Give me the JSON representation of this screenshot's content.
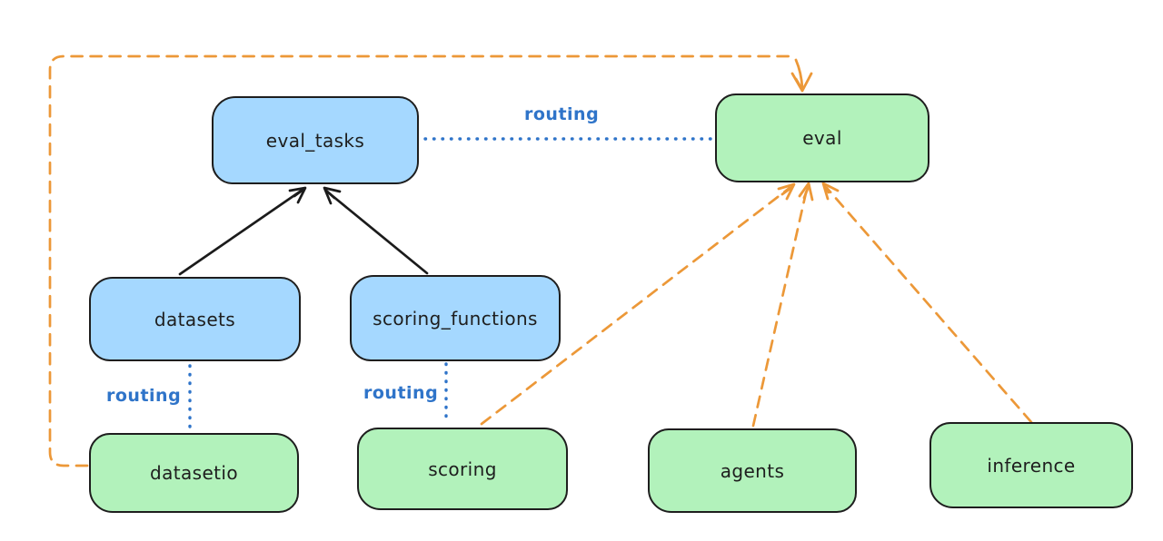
{
  "colors": {
    "background": "#ffffff",
    "node_blue_fill": "#a5d8ff",
    "node_green_fill": "#b2f2bb",
    "node_stroke": "#1e1e1e",
    "text": "#1e1e1e",
    "routing_blue": "#2f74c9",
    "provider_orange": "#ec9838",
    "solid_arrow_black": "#1b1b1b"
  },
  "nodes": {
    "eval_tasks": {
      "label": "eval_tasks",
      "fill": "blue"
    },
    "eval": {
      "label": "eval",
      "fill": "green"
    },
    "datasets": {
      "label": "datasets",
      "fill": "blue"
    },
    "scoring_functions": {
      "label": "scoring_functions",
      "fill": "blue"
    },
    "datasetio": {
      "label": "datasetio",
      "fill": "green"
    },
    "scoring": {
      "label": "scoring",
      "fill": "green"
    },
    "agents": {
      "label": "agents",
      "fill": "green"
    },
    "inference": {
      "label": "inference",
      "fill": "green"
    }
  },
  "edges": [
    {
      "from": "datasets",
      "to": "eval_tasks",
      "style": "solid",
      "color": "black",
      "arrow": true,
      "label": ""
    },
    {
      "from": "scoring_functions",
      "to": "eval_tasks",
      "style": "solid",
      "color": "black",
      "arrow": true,
      "label": ""
    },
    {
      "from": "eval_tasks",
      "to": "eval",
      "style": "dotted",
      "color": "blue",
      "arrow": false,
      "label": "routing"
    },
    {
      "from": "datasets",
      "to": "datasetio",
      "style": "dotted",
      "color": "blue",
      "arrow": false,
      "label": "routing"
    },
    {
      "from": "scoring_functions",
      "to": "scoring",
      "style": "dotted",
      "color": "blue",
      "arrow": false,
      "label": "routing"
    },
    {
      "from": "datasetio",
      "to": "eval",
      "style": "dashed",
      "color": "orange",
      "arrow": true,
      "label": ""
    },
    {
      "from": "scoring",
      "to": "eval",
      "style": "dashed",
      "color": "orange",
      "arrow": true,
      "label": ""
    },
    {
      "from": "agents",
      "to": "eval",
      "style": "dashed",
      "color": "orange",
      "arrow": true,
      "label": ""
    },
    {
      "from": "inference",
      "to": "eval",
      "style": "dashed",
      "color": "orange",
      "arrow": true,
      "label": ""
    }
  ]
}
